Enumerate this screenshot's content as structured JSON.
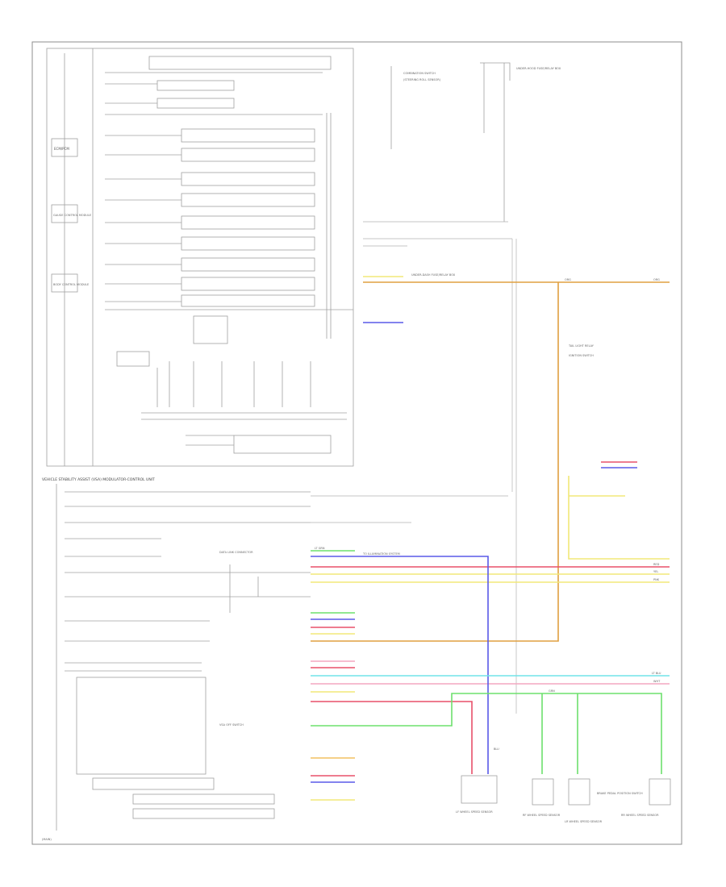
{
  "diagram": {
    "unit_title": "VEHICLE STABILITY ASSIST (VSA) MODULATOR-CONTROL UNIT",
    "page_note": "(MAIN)",
    "ecu_labels": {
      "pcm_module": "ECM/PCM",
      "gauge_control": "GAUGE CONTROL MODULE",
      "body_control": "BODY CONTROL MODULE"
    },
    "top_connectors": {
      "combination_switch": "COMBINATION SWITCH",
      "combination_switch_sub": "(STEERING ROLL SENSOR)",
      "under_dash_fuse": "UNDER-DASH FUSE/RELAY BOX",
      "under_hood_fuse": "UNDER-HOOD FUSE/RELAY BOX"
    },
    "mid_labels": {
      "ignition_switch": "IGNITION SWITCH",
      "tail_light": "TAIL LIGHT RELAY",
      "data_link": "DATA LINK CONNECTOR",
      "vsa_off": "VSA OFF SWITCH",
      "brake_pedal": "BRAKE PEDAL POSITION SWITCH",
      "wiring_note": "TO ILLUMINATION SYSTEM"
    },
    "bottom_components": [
      {
        "name": "LF WHEEL SPEED SENSOR"
      },
      {
        "name": "RF WHEEL SPEED SENSOR"
      },
      {
        "name": "LR WHEEL SPEED SENSOR"
      },
      {
        "name": "RR WHEEL SPEED SENSOR"
      }
    ],
    "wire_labels": {
      "yel": "YEL",
      "red": "RED",
      "blu": "BLU",
      "grn": "GRN",
      "pnk": "PNK",
      "wht": "WHT",
      "org": "ORG",
      "lt_grn": "LT GRN",
      "lt_blu": "LT BLU"
    },
    "colors": {
      "orange": "#e0a040",
      "yellow": "#f2e878",
      "red": "#e8506a",
      "pink": "#f3a7c0",
      "blue": "#5a5ae8",
      "green": "#6de06d",
      "cyan": "#70e3e8",
      "line": "#9a9a9a"
    }
  }
}
